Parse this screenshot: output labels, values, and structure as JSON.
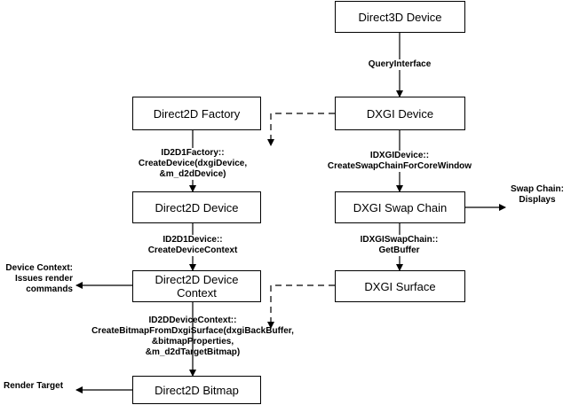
{
  "nodes": {
    "direct3d_device": "Direct3D Device",
    "dxgi_device": "DXGI Device",
    "direct2d_factory": "Direct2D Factory",
    "direct2d_device": "Direct2D Device",
    "dxgi_swap_chain": "DXGI Swap Chain",
    "direct2d_device_context": "Direct2D Device\nContext",
    "dxgi_surface": "DXGI Surface",
    "direct2d_bitmap": "Direct2D Bitmap"
  },
  "edge_labels": {
    "query_interface": "QueryInterface",
    "create_device": "ID2D1Factory::\nCreateDevice(dxgiDevice, &m_d2dDevice)",
    "create_swap_chain": "IDXGIDevice::\nCreateSwapChainForCoreWindow",
    "create_device_context": "ID2D1Device::\nCreateDeviceContext",
    "get_buffer": "IDXGISwapChain::\nGetBuffer",
    "create_bitmap": "ID2DDeviceContext::\nCreateBitmapFromDxgiSurface(dxgiBackBuffer,\n&bitmapProperties,\n&m_d2dTargetBitmap)"
  },
  "side_labels": {
    "swap_chain_displays": "Swap Chain:\nDisplays",
    "device_context_issues": "Device Context:\nIssues render\ncommands",
    "render_target": "Render Target"
  }
}
